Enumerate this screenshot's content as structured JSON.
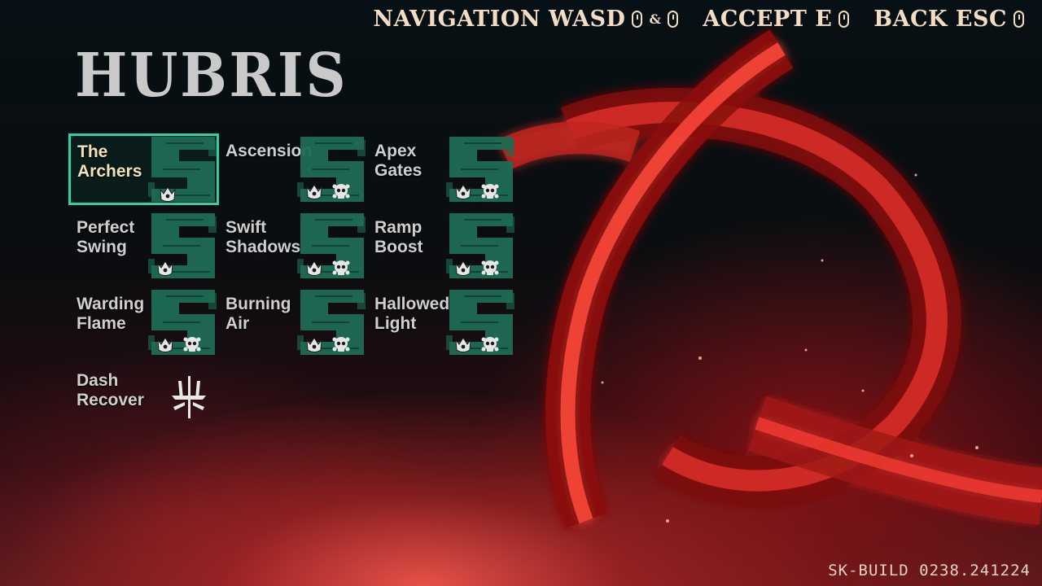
{
  "hud": {
    "nav_label": "NAVIGATION WASD",
    "nav_and": "&",
    "accept_label": "ACCEPT E",
    "back_label": "BACK ESC"
  },
  "title": "HUBRIS",
  "skills": [
    {
      "label": "The\nArchers",
      "selected": true,
      "icons": [
        "crown-icon"
      ]
    },
    {
      "label": "Ascension",
      "selected": false,
      "icons": [
        "crown-icon",
        "skull-icon"
      ]
    },
    {
      "label": "Apex\nGates",
      "selected": false,
      "icons": [
        "crown-icon",
        "skull-icon"
      ]
    },
    {
      "label": "Perfect\nSwing",
      "selected": false,
      "icons": [
        "crown-icon"
      ]
    },
    {
      "label": "Swift\nShadows",
      "selected": false,
      "icons": [
        "crown-icon",
        "skull-icon"
      ]
    },
    {
      "label": "Ramp\nBoost",
      "selected": false,
      "icons": [
        "crown-icon",
        "skull-icon"
      ]
    },
    {
      "label": "Warding\nFlame",
      "selected": false,
      "icons": [
        "crown-icon",
        "skull-icon"
      ]
    },
    {
      "label": "Burning\nAir",
      "selected": false,
      "icons": [
        "crown-icon",
        "skull-icon"
      ]
    },
    {
      "label": "Hallowed\nLight",
      "selected": false,
      "icons": [
        "crown-icon",
        "skull-icon"
      ]
    },
    {
      "label": "Dash\nRecover",
      "selected": false,
      "icons": [
        "trident-icon"
      ]
    }
  ],
  "footer": "SK-BUILD 0238.241224",
  "colors": {
    "accent": "#2fd0a8",
    "emblem": "#1f6b55",
    "chain": "#ff3a30"
  }
}
